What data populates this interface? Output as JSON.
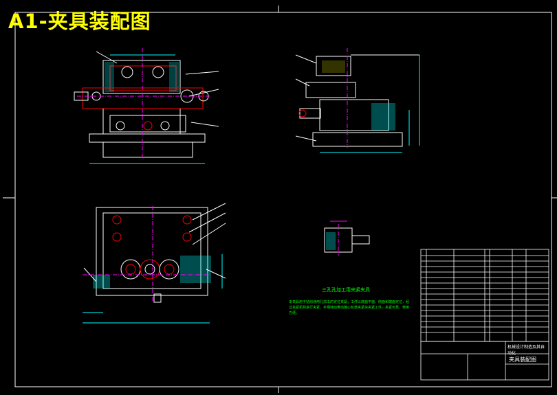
{
  "sheet": {
    "title": "A1-夹具装配图",
    "notes_title": "三孔孔加工用夹紧夹具",
    "notes_text": "本夹具用于钻削通用孔加工的定位夹紧，工件以底面平面、侧面和端面定位，经过夹紧机构进行夹紧，手柄转动带动偏心轮使夹紧块夹紧工件，夹紧可靠，使用方便。",
    "title_block_name": "夹具装配图",
    "title_block_company": "机械设计制造及其自动化"
  },
  "colors": {
    "background": "#000000",
    "title": "#ffff00",
    "outline": "#ffffff",
    "part_red": "#ff0000",
    "centerline_magenta": "#ff00ff",
    "dimension_cyan": "#00ffff",
    "hatch_yellow": "#ffff00",
    "notes_green": "#00ff00"
  }
}
